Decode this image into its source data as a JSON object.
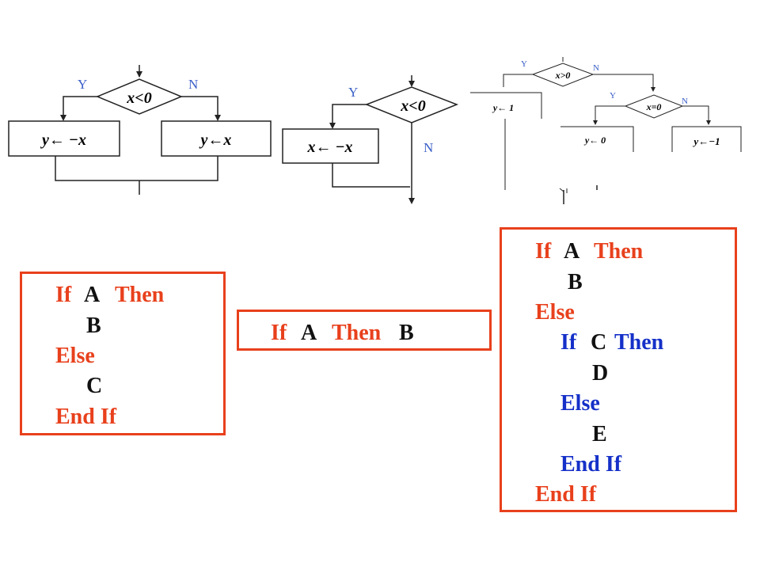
{
  "flowchart1": {
    "condition": "x<0",
    "yes_label": "Y",
    "no_label": "N",
    "yes_box": "y← −x",
    "no_box": "y←x"
  },
  "flowchart2": {
    "condition": "x<0",
    "yes_label": "Y",
    "no_label": "N",
    "yes_box": "x← −x"
  },
  "flowchart3": {
    "condition1": "x>0",
    "yes1_label": "Y",
    "no1_label": "N",
    "yes1_box": "y← 1",
    "condition2": "x=0",
    "yes2_label": "Y",
    "no2_label": "N",
    "yes2_box": "y← 0",
    "no2_box": "y←−1"
  },
  "code1": [
    "If",
    "A",
    "Then",
    "B",
    "Else",
    "C",
    "End If"
  ],
  "code2": [
    "If",
    "A",
    "Then",
    "B"
  ],
  "code3": [
    "If",
    "A",
    "Then",
    "B",
    "Else",
    "If",
    "C",
    "Then",
    "D",
    "Else",
    "E",
    "End If",
    "End If"
  ],
  "colors": {
    "keyword_outer": "#e8401c",
    "keyword_inner": "#1530c8",
    "text": "#111111",
    "box_border": "#e8401c",
    "flow_label": "#3a5fc8"
  }
}
